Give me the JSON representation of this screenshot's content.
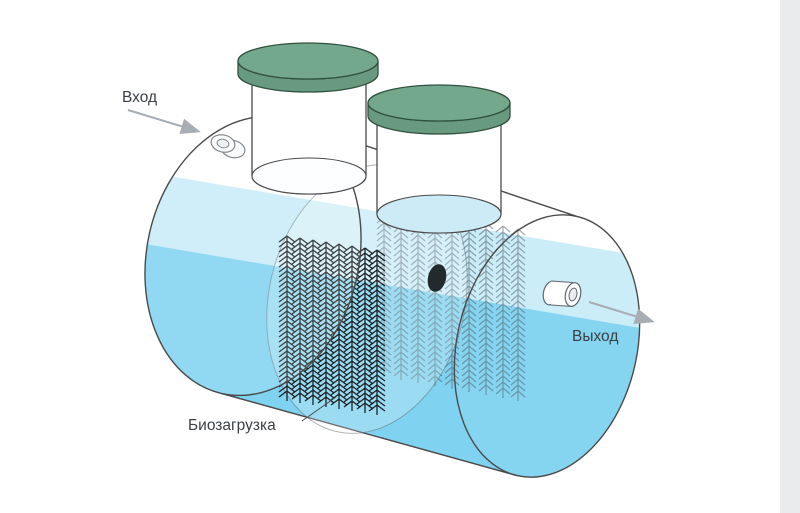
{
  "diagram": {
    "labels": {
      "inlet": "Вход",
      "outlet": "Выход",
      "bio_media": "Биозагрузка"
    },
    "colors": {
      "water_main": "#7fd2f0",
      "water_surface": "#c9ecf8",
      "tank_outline": "#4a4a4a",
      "lid_top": "#74a88c",
      "lid_side": "#679a7e",
      "lid_outline": "#31513f",
      "brush_front": "#15181a",
      "brush_back": "#46525b",
      "arrow": "#a7adb2",
      "page_edge": "#e9ebec"
    }
  }
}
